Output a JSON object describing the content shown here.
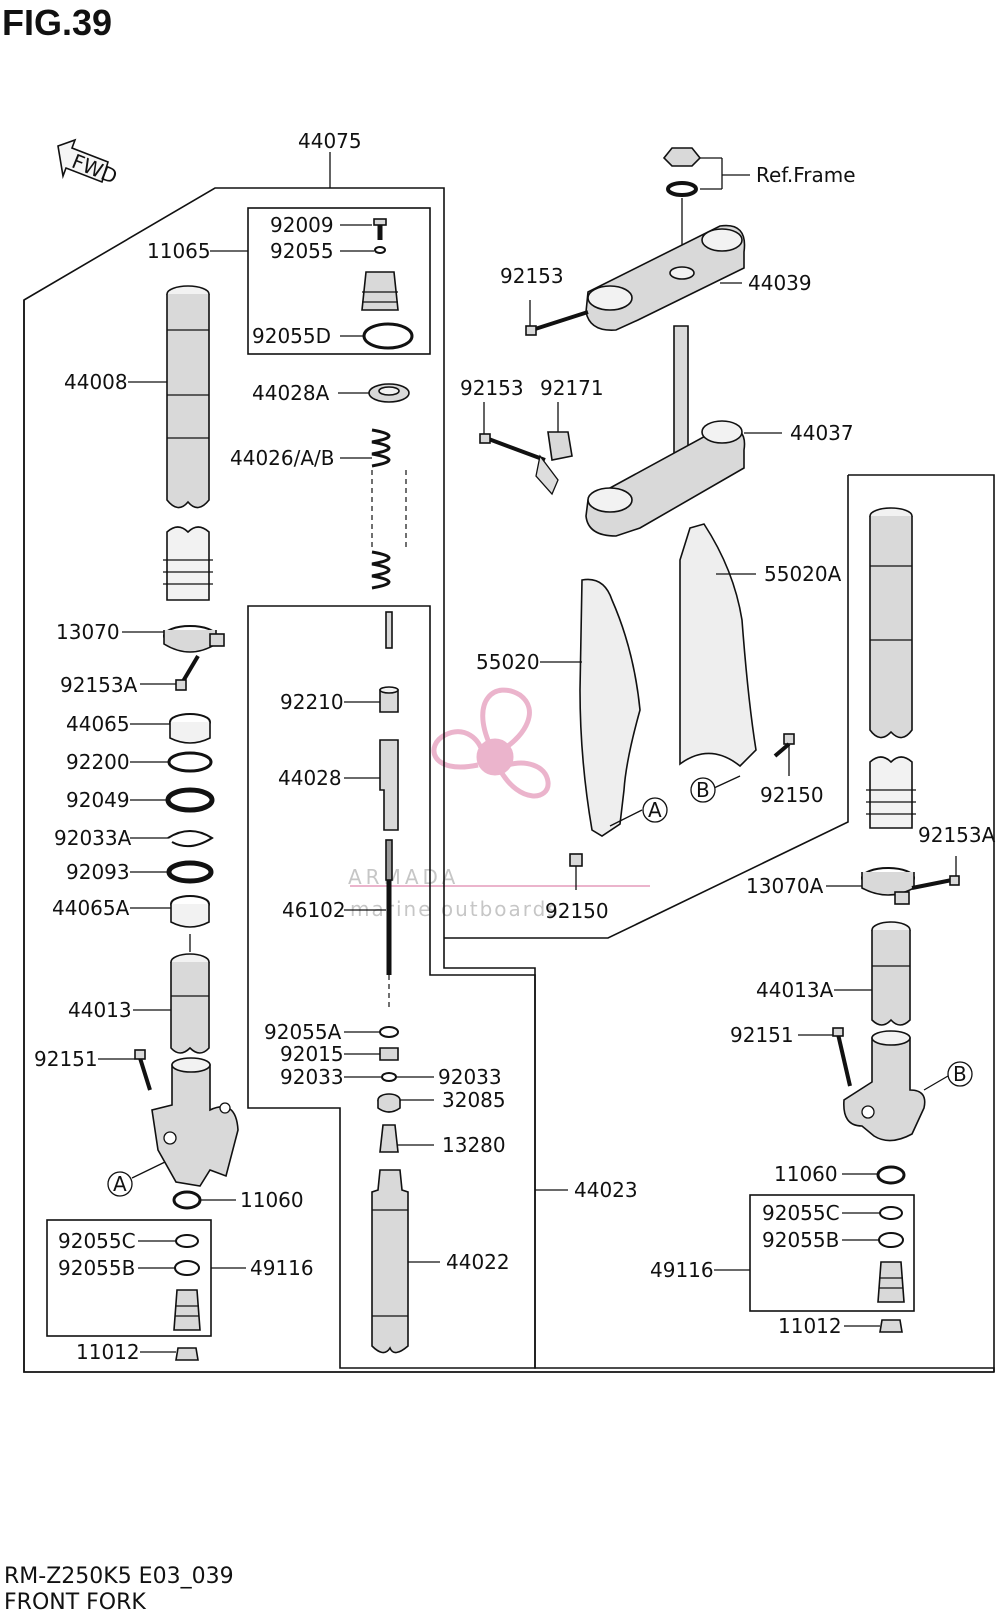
{
  "figure": {
    "title": "FIG.39",
    "code": "RM-Z250K5 E03_039",
    "name": "FRONT FORK",
    "fwd_label": "FWD",
    "ref_frame": "Ref.Frame"
  },
  "watermark": {
    "brand": "ARMADA",
    "tagline": "marine outboards",
    "color": "#e8a7c4"
  },
  "labels": {
    "p44075": "44075",
    "p11065": "11065",
    "p92009": "92009",
    "p92055": "92055",
    "p92055D": "92055D",
    "p44008": "44008",
    "p44028A": "44028A",
    "p44026": "44026/A/B",
    "p13070": "13070",
    "p92153A_l": "92153A",
    "p44065": "44065",
    "p92200": "92200",
    "p92049": "92049",
    "p92033A": "92033A",
    "p92093": "92093",
    "p44065A": "44065A",
    "p44013": "44013",
    "p92151_l": "92151",
    "p11060_l": "11060",
    "p92055C_l": "92055C",
    "p92055B_l": "92055B",
    "p49116_l": "49116",
    "p11012_l": "11012",
    "p92210": "92210",
    "p44028": "44028",
    "p46102": "46102",
    "p92055A": "92055A",
    "p92015": "92015",
    "p92033_l": "92033",
    "p92033_r": "92033",
    "p32085": "32085",
    "p13280": "13280",
    "p44023": "44023",
    "p44022": "44022",
    "p92153_t": "92153",
    "p44039": "44039",
    "p92153_m": "92153",
    "p92171": "92171",
    "p44037": "44037",
    "p55020A": "55020A",
    "p55020": "55020",
    "p92150_a": "92150",
    "p92150_b": "92150",
    "p92153A_r": "92153A",
    "p13070A": "13070A",
    "p44013A": "44013A",
    "p92151_r": "92151",
    "p11060_r": "11060",
    "p92055C_r": "92055C",
    "p92055B_r": "92055B",
    "p49116_r": "49116",
    "p11012_r": "11012",
    "markA": "A",
    "markB": "B"
  }
}
